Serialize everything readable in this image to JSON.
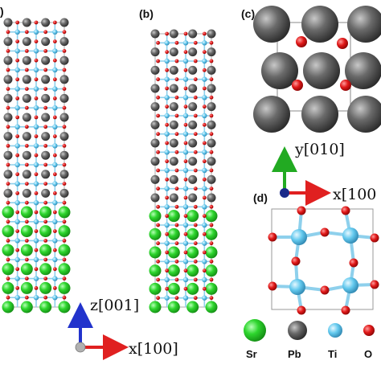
{
  "panels": [
    {
      "id": "a",
      "label": ")"
    },
    {
      "id": "b",
      "label": "(b)"
    },
    {
      "id": "c",
      "label": "(c)"
    },
    {
      "id": "d",
      "label": "(d)"
    }
  ],
  "axes": {
    "z_label": "z[001]",
    "x_label_bottom": "x[100]",
    "y_label": "y[010]",
    "x_label_right": "x[100"
  },
  "legend": [
    {
      "symbol": "Sr",
      "color": "#2ed62e"
    },
    {
      "symbol": "Pb",
      "color": "#5a5a5a"
    },
    {
      "symbol": "Ti",
      "color": "#63c9ee"
    },
    {
      "symbol": "O",
      "color": "#e01818"
    }
  ],
  "colors": {
    "sr": "#2ed62e",
    "pb": "#5a5a5a",
    "ti": "#63c9ee",
    "o": "#e01818",
    "bond": "#8ed0ec",
    "axis_x": "#e02020",
    "axis_y": "#22aa22",
    "axis_z": "#2233cc"
  }
}
